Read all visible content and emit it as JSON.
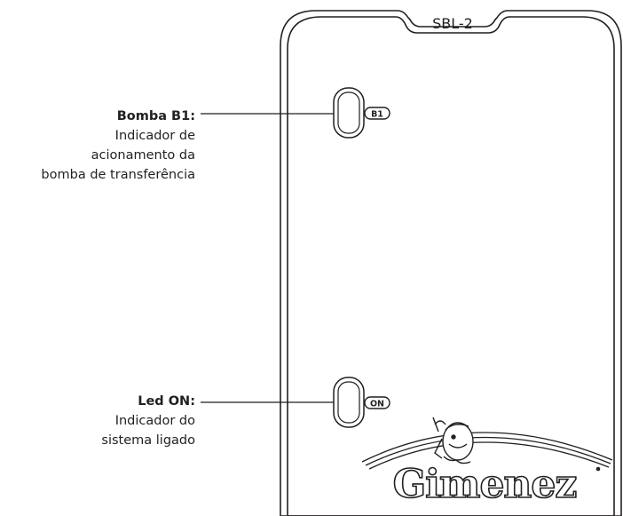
{
  "device": {
    "model_label": "SBL-2",
    "brand_logo": "Gimenez"
  },
  "indicators": [
    {
      "id": "b1",
      "badge": "B1",
      "callout_title": "Bomba B1:",
      "callout_lines": [
        "Indicador de",
        "acionamento da",
        "bomba de transferência"
      ]
    },
    {
      "id": "on",
      "badge": "ON",
      "callout_title": "Led ON:",
      "callout_lines": [
        "Indicador do",
        "sistema ligado"
      ]
    }
  ],
  "colors": {
    "line": "#231f20",
    "background": "#ffffff"
  }
}
